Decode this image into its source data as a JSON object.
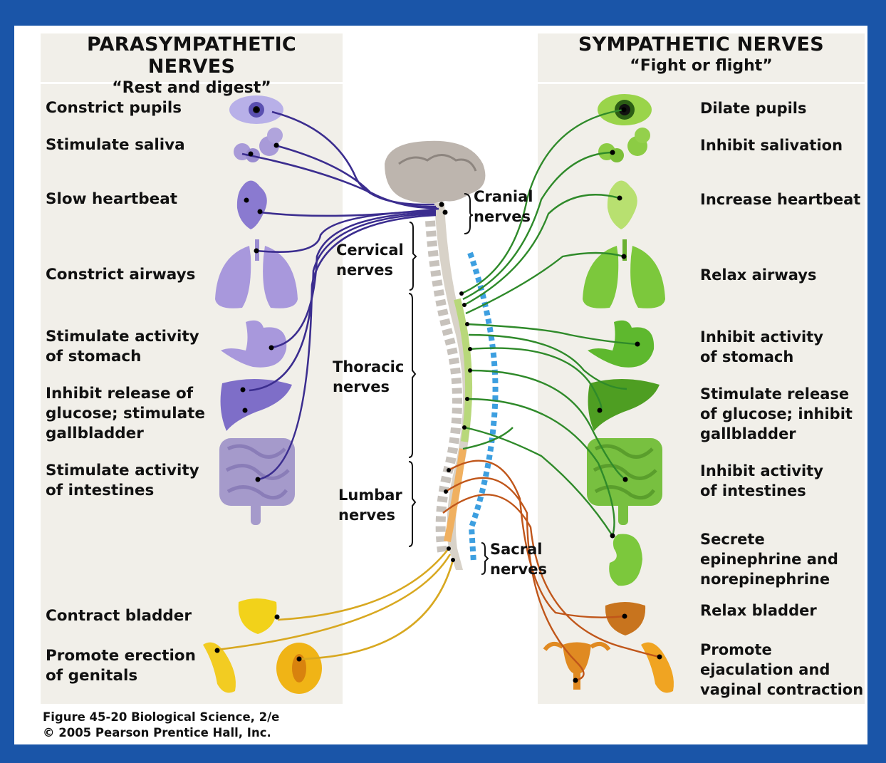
{
  "parasympathetic": {
    "title": "PARASYMPATHETIC NERVES",
    "subtitle": "“Rest and digest”",
    "items": [
      "Constrict pupils",
      "Stimulate saliva",
      "Slow heartbeat",
      "Constrict airways",
      "Stimulate activity\nof stomach",
      "Inhibit release of\nglucose; stimulate\ngallbladder",
      "Stimulate activity\nof intestines",
      "Contract bladder",
      "Promote erection\nof genitals"
    ]
  },
  "sympathetic": {
    "title": "SYMPATHETIC NERVES",
    "subtitle": "“Fight or flight”",
    "items": [
      "Dilate pupils",
      "Inhibit salivation",
      "Increase heartbeat",
      "Relax airways",
      "Inhibit activity\nof stomach",
      "Stimulate release\nof glucose; inhibit\ngallbladder",
      "Inhibit activity\nof intestines",
      "Secrete\nepinephrine and\nnorepinephrine",
      "Relax bladder",
      "Promote\nejaculation and\nvaginal contraction"
    ]
  },
  "spinal_regions": {
    "cranial": "Cranial\nnerves",
    "cervical": "Cervical\nnerves",
    "thoracic": "Thoracic\nnerves",
    "lumbar": "Lumbar\nnerves",
    "sacral": "Sacral\nnerves"
  },
  "caption": "Figure 45-20  Biological Science, 2/e\n© 2005 Pearson Prentice Hall, Inc.",
  "colors": {
    "frame": "#1a55a8",
    "parasympathetic_nerve": "#3b2d8f",
    "sympathetic_nerve": "#2f8a2a",
    "sacral_nerve": "#d8a820",
    "lumbar_sympathetic_nerve": "#c0561a",
    "ganglion_chain": "#3d9fe0"
  }
}
